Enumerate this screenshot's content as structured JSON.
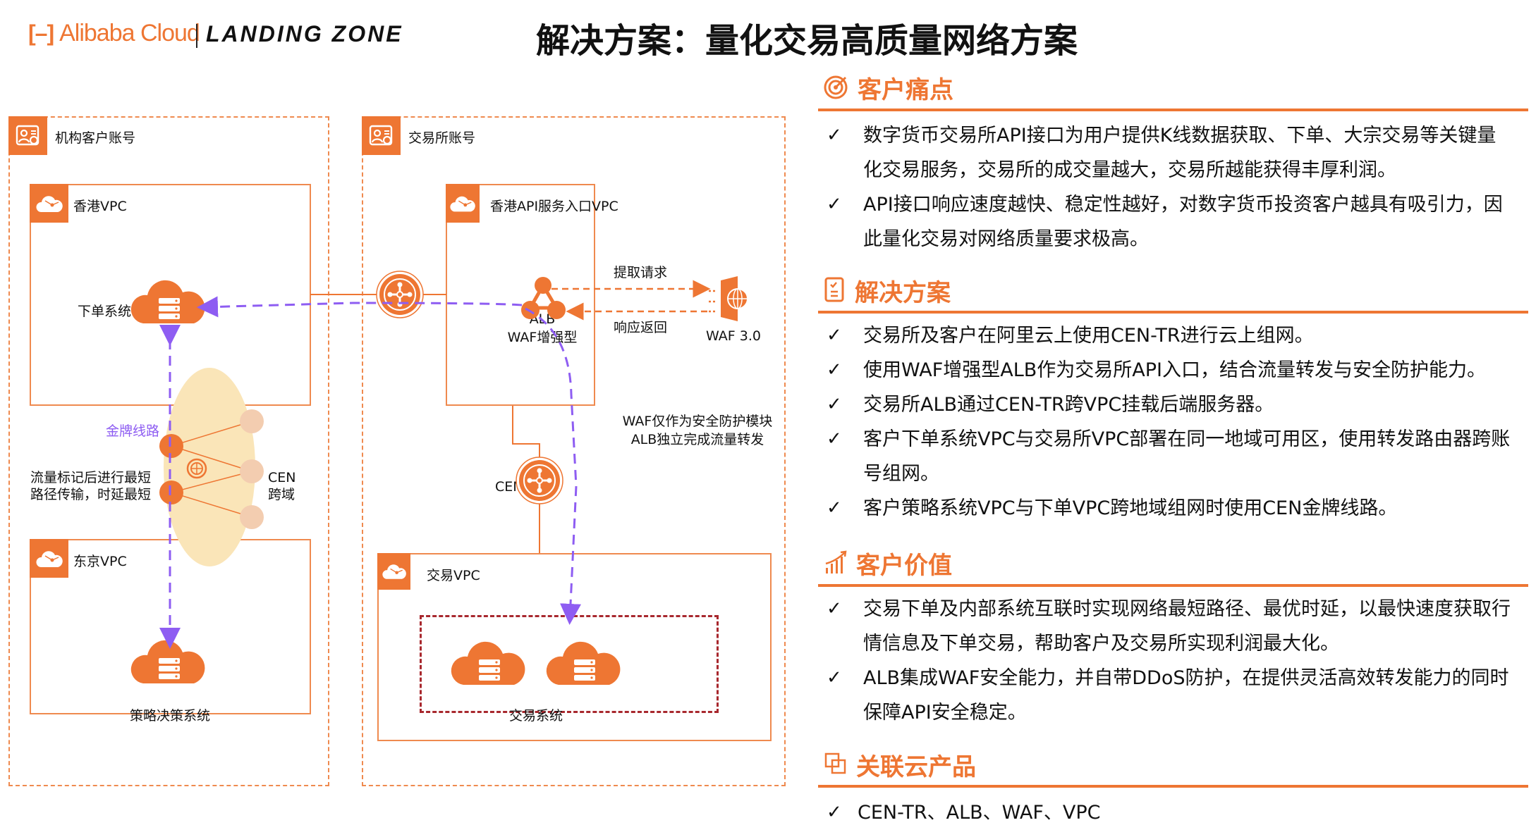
{
  "header": {
    "brand": "Alibaba Cloud",
    "product": "LANDING ZONE",
    "title": "解决方案：量化交易高质量网络方案"
  },
  "colors": {
    "accent": "#ee7633",
    "purple_flow": "#8e5df2",
    "trade_box": "#a8282e",
    "cen_ellipse": "#fae5b8",
    "cen_node_light": "#f3cdb0"
  },
  "diagram": {
    "client_account": {
      "label": "机构客户账号",
      "hk_vpc": {
        "label": "香港VPC",
        "system": "下单系统"
      },
      "tokyo_vpc": {
        "label": "东京VPC",
        "system": "策略决策系统"
      },
      "gold_line": "金牌线路",
      "route_note": [
        "流量标记后进行最短",
        "路径传输，时延最短"
      ],
      "cen_label": [
        "CEN",
        "跨域"
      ]
    },
    "exchange_account": {
      "label": "交易所账号",
      "api_vpc": {
        "label": "香港API服务入口VPC"
      },
      "alb": [
        "ALB",
        "WAF增强型"
      ],
      "request_label": "提取请求",
      "response_label": "响应返回",
      "waf": "WAF 3.0",
      "waf_note": [
        "WAF仅作为安全防护模块",
        "ALB独立完成流量转发"
      ],
      "cen_tr": "CEN-TR",
      "trade_vpc": {
        "label": "交易VPC",
        "system": "交易系统"
      }
    }
  },
  "panel": {
    "sections": [
      {
        "icon": "target-icon",
        "title": "客户痛点",
        "items": [
          [
            "数字货币交易所API接口为用户提供K线数据获取、下单、大宗交易等关键量",
            "化交易服务，交易所的成交量越大，交易所越能获得丰厚利润。"
          ],
          [
            "API接口响应速度越快、稳定性越好，对数字货币投资客户越具有吸引力，因",
            "此量化交易对网络质量要求极高。"
          ]
        ]
      },
      {
        "icon": "checklist-icon",
        "title": "解决方案",
        "items": [
          [
            "交易所及客户在阿里云上使用CEN-TR进行云上组网。"
          ],
          [
            "使用WAF增强型ALB作为交易所API入口，结合流量转发与安全防护能力。"
          ],
          [
            "交易所ALB通过CEN-TR跨VPC挂载后端服务器。"
          ],
          [
            "客户下单系统VPC与交易所VPC部署在同一地域可用区，使用转发路由器跨账",
            "号组网。"
          ],
          [
            "客户策略系统VPC与下单VPC跨地域组网时使用CEN金牌线路。"
          ]
        ]
      },
      {
        "icon": "growth-chart-icon",
        "title": "客户价值",
        "items": [
          [
            "交易下单及内部系统互联时实现网络最短路径、最优时延，以最快速度获取行",
            "情信息及下单交易，帮助客户及交易所实现利润最大化。"
          ],
          [
            "ALB集成WAF安全能力，并自带DDoS防护，在提供灵活高效转发能力的同时",
            "保障API安全稳定。"
          ]
        ]
      },
      {
        "icon": "linked-products-icon",
        "title": "关联云产品",
        "items": [
          [
            "CEN-TR、ALB、WAF、VPC"
          ]
        ]
      }
    ],
    "check_glyph": "✓"
  }
}
